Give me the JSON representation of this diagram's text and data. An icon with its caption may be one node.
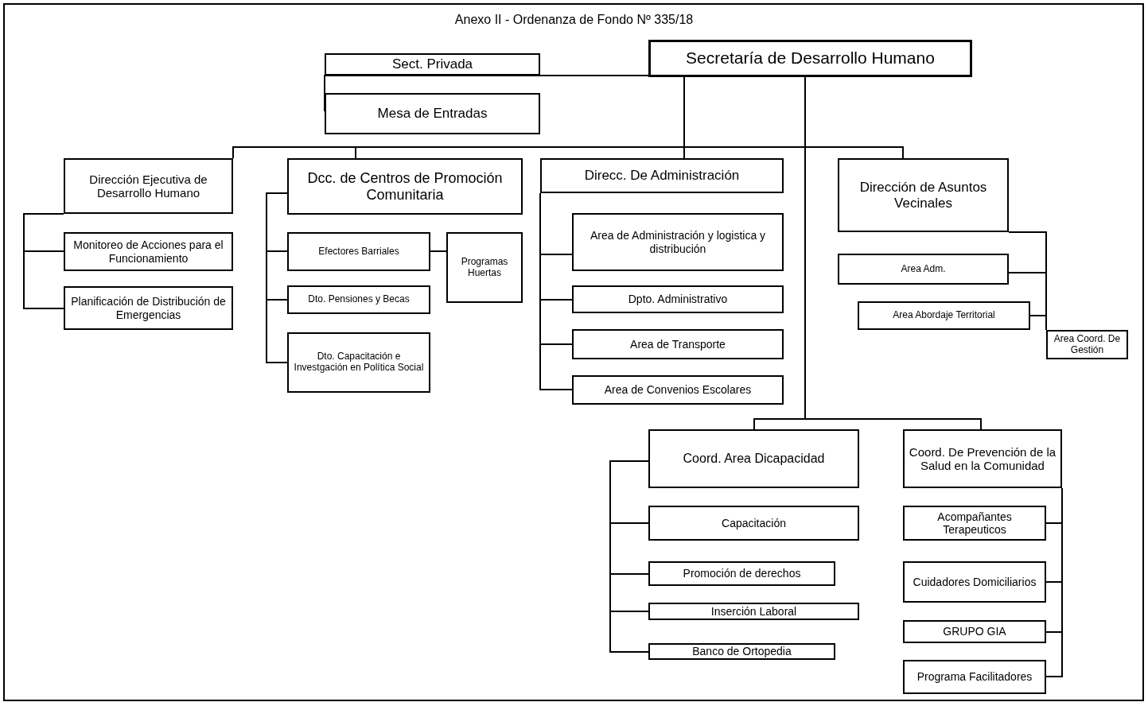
{
  "diagram": {
    "title": "Anexo II - Ordenanza de Fondo Nº 335/18",
    "nodes": [
      {
        "text": [
          "Secretaría de Desarrollo Humano"
        ]
      },
      {
        "text": [
          "Sect. Privada"
        ]
      },
      {
        "text": [
          "Mesa de Entradas"
        ]
      },
      {
        "text": [
          "Dirección Ejecutiva de Desarrollo Humano"
        ]
      },
      {
        "text": [
          "Monitoreo de Acciones para el Funcionamiento"
        ]
      },
      {
        "text": [
          "Planificación de Distribución de Emergencias"
        ]
      },
      {
        "text": [
          "Dcc. de Centros de Promoción Comunitaria"
        ]
      },
      {
        "text": [
          "Efectores Barriales"
        ]
      },
      {
        "text": [
          "Programas Huertas"
        ]
      },
      {
        "text": [
          "Dto. Pensiones y Becas"
        ]
      },
      {
        "text": [
          "Dto. Capacitación e Investgación en Política Social"
        ]
      },
      {
        "text": [
          "Direcc. De Administración"
        ]
      },
      {
        "text": [
          "Area de Administración y logistica y distribución"
        ]
      },
      {
        "text": [
          "Dpto. Administrativo"
        ]
      },
      {
        "text": [
          "Area de Transporte"
        ]
      },
      {
        "text": [
          "Area de Convenios Escolares"
        ]
      },
      {
        "text": [
          "Dirección de Asuntos Vecinales"
        ]
      },
      {
        "text": [
          "Area Adm."
        ]
      },
      {
        "text": [
          "Area Abordaje Territorial"
        ]
      },
      {
        "text": [
          "Area Coord. De Gestión"
        ]
      },
      {
        "text": [
          "Coord. Area Dicapacidad"
        ]
      },
      {
        "text": [
          "Capacitación"
        ]
      },
      {
        "text": [
          "Promoción  de derechos"
        ]
      },
      {
        "text": [
          "Inserción Laboral"
        ]
      },
      {
        "text": [
          "Banco de Ortopedia"
        ]
      },
      {
        "text": [
          "Coord. De Prevención de la Salud en la Comunidad"
        ]
      },
      {
        "text": [
          "Acompañantes Terapeuticos"
        ]
      },
      {
        "text": [
          "Cuidadores Domiciliarios"
        ]
      },
      {
        "text": [
          "GRUPO GIA"
        ]
      },
      {
        "text": [
          "Programa Facilitadores"
        ]
      }
    ],
    "edges": [
      {
        "from": 0,
        "to": 1,
        "arrow": "none"
      },
      {
        "from": 0,
        "to": 2,
        "arrow": "none"
      },
      {
        "from": 0,
        "to": 3,
        "arrow": "none"
      },
      {
        "from": 0,
        "to": 6,
        "arrow": "none"
      },
      {
        "from": 0,
        "to": 11,
        "arrow": "none"
      },
      {
        "from": 0,
        "to": 16,
        "arrow": "none"
      },
      {
        "from": 0,
        "to": 20,
        "arrow": "none"
      },
      {
        "from": 0,
        "to": 25,
        "arrow": "none"
      },
      {
        "from": 3,
        "to": 4,
        "arrow": "none"
      },
      {
        "from": 3,
        "to": 5,
        "arrow": "none"
      },
      {
        "from": 6,
        "to": 7,
        "arrow": "none"
      },
      {
        "from": 6,
        "to": 9,
        "arrow": "none"
      },
      {
        "from": 6,
        "to": 10,
        "arrow": "none"
      },
      {
        "from": 7,
        "to": 8,
        "arrow": "none"
      },
      {
        "from": 11,
        "to": 12,
        "arrow": "none"
      },
      {
        "from": 11,
        "to": 13,
        "arrow": "none"
      },
      {
        "from": 11,
        "to": 14,
        "arrow": "none"
      },
      {
        "from": 11,
        "to": 15,
        "arrow": "none"
      },
      {
        "from": 16,
        "to": 17,
        "arrow": "none"
      },
      {
        "from": 16,
        "to": 18,
        "arrow": "none"
      },
      {
        "from": 16,
        "to": 19,
        "arrow": "none"
      },
      {
        "from": 20,
        "to": 21,
        "arrow": "none"
      },
      {
        "from": 20,
        "to": 22,
        "arrow": "none"
      },
      {
        "from": 20,
        "to": 23,
        "arrow": "none"
      },
      {
        "from": 20,
        "to": 24,
        "arrow": "none"
      },
      {
        "from": 25,
        "to": 26,
        "arrow": "none"
      },
      {
        "from": 25,
        "to": 27,
        "arrow": "none"
      },
      {
        "from": 25,
        "to": 28,
        "arrow": "none"
      },
      {
        "from": 25,
        "to": 29,
        "arrow": "none"
      }
    ]
  }
}
